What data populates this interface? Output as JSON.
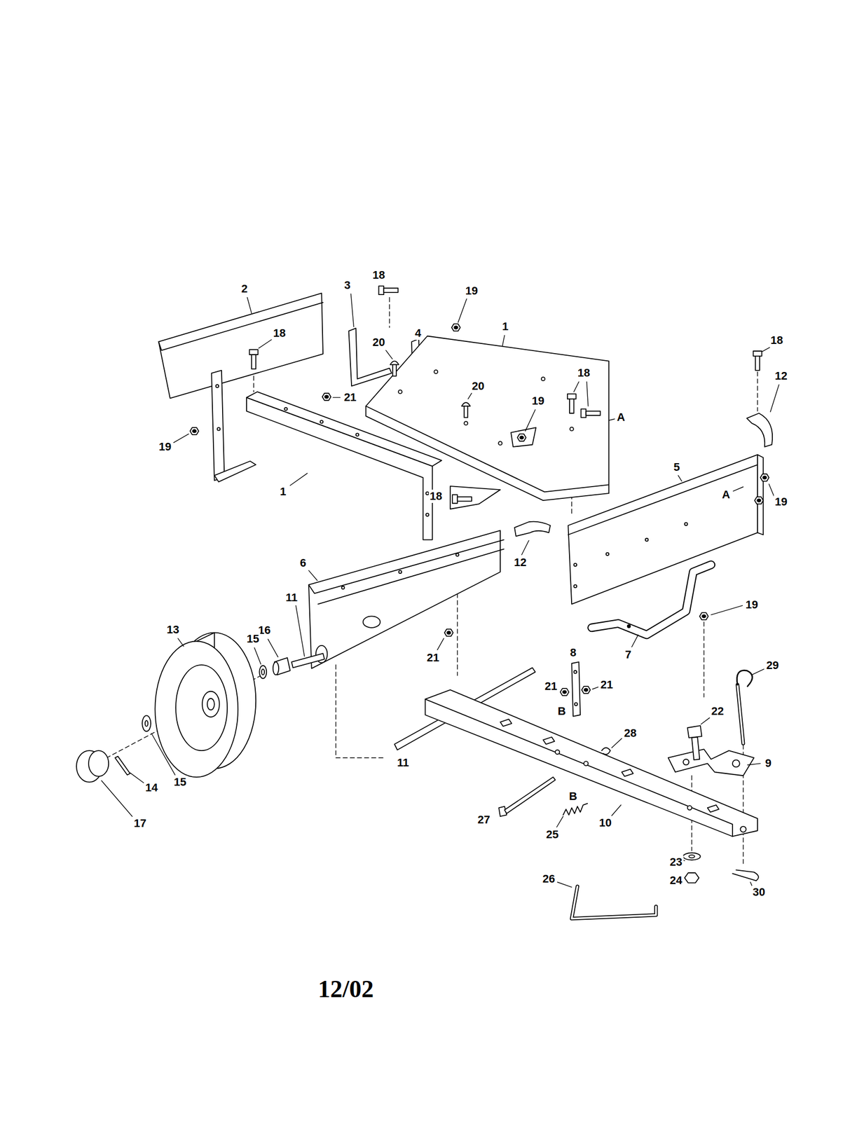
{
  "diagram": {
    "labels": [
      "18",
      "3",
      "2",
      "19",
      "1",
      "18",
      "4",
      "20",
      "18",
      "12",
      "18",
      "20",
      "21",
      "19",
      "A",
      "19",
      "5",
      "A",
      "19",
      "1",
      "18",
      "12",
      "6",
      "11",
      "19",
      "13",
      "16",
      "15",
      "21",
      "7",
      "8",
      "29",
      "21",
      "21",
      "22",
      "B",
      "28",
      "9",
      "11",
      "14",
      "15",
      "17",
      "27",
      "B",
      "10",
      "25",
      "23",
      "24",
      "30",
      "26",
      "12/02"
    ]
  }
}
